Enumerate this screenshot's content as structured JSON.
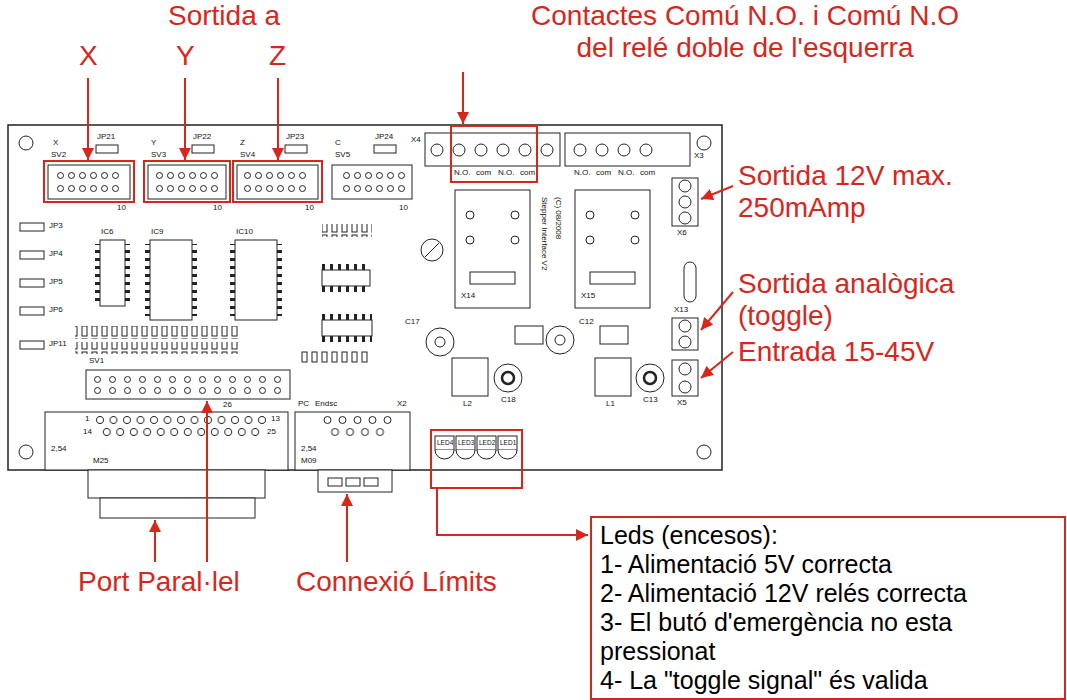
{
  "diagram": {
    "nodes": [
      {
        "text": [
          "Leds (encesos):",
          "1- Alimentació 5V correcta",
          "2- Alimentació 12V relés correcta",
          "3- El butó d'emergència no esta pressionat",
          "4- La \"toggle signal\" és valida"
        ]
      }
    ],
    "labels": [
      "Sortida a",
      "X",
      "Y",
      "Z",
      "Contactes Comú N.O. i Comú N.O del relé doble de l'esquerra",
      "Sortida 12V max. 250mAmp",
      "Sortida analògica (toggle)",
      "Entrada 15-45V",
      "Port Paral·lel",
      "Connexió Límits",
      "X",
      "Y",
      "Z",
      "C",
      "JP21",
      "JP22",
      "JP23",
      "JP24",
      "SV2",
      "SV3",
      "SV4",
      "SV5",
      "10",
      "10",
      "10",
      "10",
      "JP3",
      "JP4",
      "JP5",
      "JP6",
      "JP11",
      "IC6",
      "IC9",
      "IC10",
      "SV1",
      "26",
      "1",
      "13",
      "14",
      "25",
      "2,54",
      "M25",
      "PC",
      "Endsc",
      "X2",
      "2,54",
      "M09",
      "X4",
      "X3",
      "N.O.",
      "com",
      "N.O.",
      "com",
      "N.O.",
      "com",
      "N.O.",
      "com",
      "Stepper Interface V2",
      "(C) 08/2008",
      "X14",
      "X15",
      "C17",
      "C18",
      "L2",
      "C12",
      "L1",
      "C13",
      "X6",
      "X13",
      "X5",
      "LED4",
      "LED3",
      "LED2",
      "LED1"
    ]
  }
}
